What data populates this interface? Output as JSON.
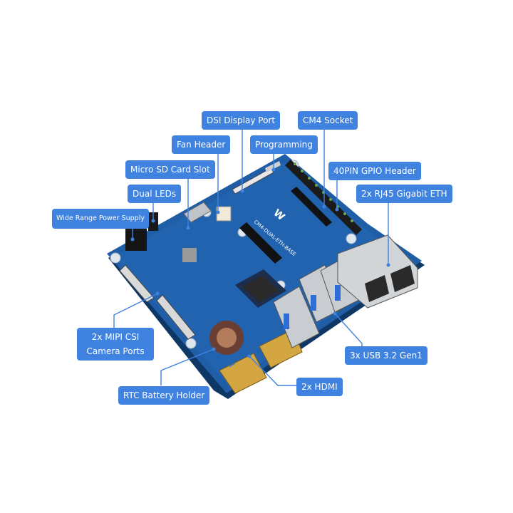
{
  "colors": {
    "label_bg": "#3f82e0",
    "label_text": "#ffffff",
    "leader_line": "#3f82e0",
    "pcb_blue": "#1e5a9e",
    "pcb_dark": "#163f73",
    "background": "#ffffff"
  },
  "board": {
    "silkscreen": "CM4-DUAL-ETH-BASE",
    "logo": "W"
  },
  "labels": {
    "dsi_display_port": "DSI Display Port",
    "cm4_socket": "CM4 Socket",
    "fan_header": "Fan Header",
    "programming": "Programming",
    "micro_sd_card_slot": "Micro SD Card Slot",
    "gpio_header": "40PIN GPIO Header",
    "dual_leds": "Dual LEDs",
    "rj45_eth": "2x RJ45 Gigabit ETH",
    "power_supply": "Wide Range Power Supply",
    "mipi_csi_line1": "2x MIPI CSI",
    "mipi_csi_line2": "Camera Ports",
    "usb": "3x USB 3.2 Gen1",
    "hdmi": "2x HDMI",
    "rtc": "RTC Battery Holder"
  }
}
